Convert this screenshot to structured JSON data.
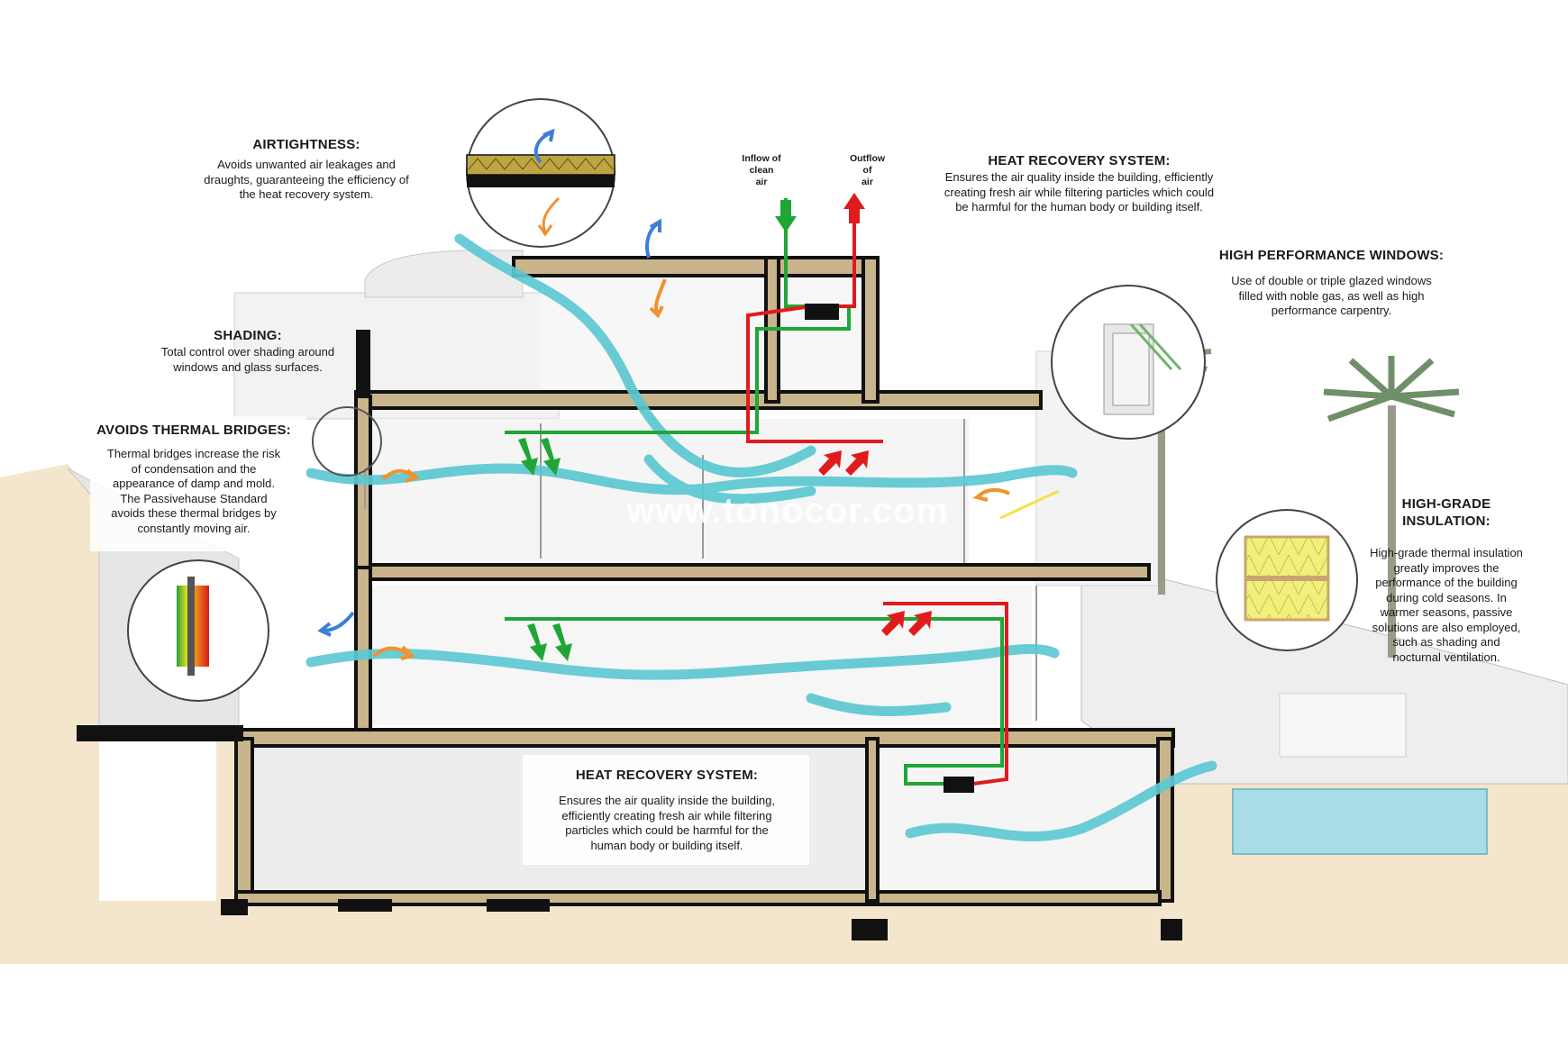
{
  "labels": {
    "airtightness": {
      "title": "AIRTIGHTNESS:",
      "lines": [
        "Avoids unwanted air leakages and",
        "draughts, guaranteeing the efficiency of",
        "the heat recovery system."
      ]
    },
    "heat_recovery_top": {
      "title": "HEAT RECOVERY SYSTEM:",
      "lines": [
        "Ensures the air quality inside the building, efficiently",
        "creating fresh air while filtering particles which could",
        "be harmful for the human body or building itself."
      ]
    },
    "windows": {
      "title": "HIGH PERFORMANCE WINDOWS:",
      "lines": [
        "Use of double or triple glazed windows",
        "filled with noble gas, as well as high",
        "performance carpentry."
      ]
    },
    "shading": {
      "title": "SHADING:",
      "lines": [
        "Total control over shading around",
        "windows and glass surfaces."
      ]
    },
    "thermal_bridges": {
      "title": "AVOIDS THERMAL BRIDGES:",
      "lines": [
        "Thermal bridges increase the risk",
        "of condensation and the",
        "appearance of damp and mold.",
        "The Passivehause Standard",
        "avoids these thermal bridges by",
        "constantly moving air."
      ]
    },
    "insulation": {
      "title": "HIGH-GRADE INSULATION:",
      "lines": [
        "High-grade thermal insulation",
        "greatly improves the",
        "performance of the building",
        "during cold seasons. In",
        "warmer seasons, passive",
        "solutions are also employed,",
        "such as shading and",
        "nocturnal ventilation."
      ]
    },
    "heat_recovery_bottom": {
      "title": "HEAT RECOVERY SYSTEM:",
      "lines": [
        "Ensures the air quality inside the building,",
        "efficiently creating fresh air while filtering",
        "particles which could be harmful for the",
        "human body or building itself."
      ]
    }
  },
  "duct_labels": {
    "inflow": [
      "Inflow of",
      "clean",
      "air"
    ],
    "outflow": [
      "Outflow",
      "of",
      "air"
    ]
  },
  "watermark": "www.tonocor.com",
  "colors": {
    "airflow": "#5cc8d2",
    "fresh_air": "#1fa637",
    "exhaust_air": "#e01b1b",
    "warm_arrow": "#f0922e",
    "cool_arrow": "#3d7fd6",
    "structure_fill": "#c9b48c",
    "ground": "#f3e6cc",
    "pool": "#a8dde6",
    "insulation": "#f2ef7a"
  }
}
